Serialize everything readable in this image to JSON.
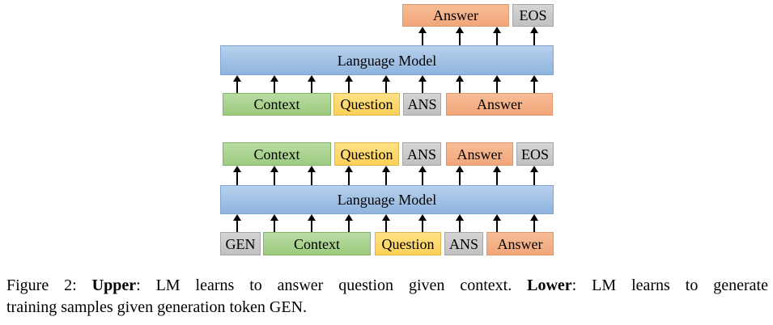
{
  "figure": {
    "upper": {
      "outputs": [
        {
          "label": "Answer",
          "type": "answer"
        },
        {
          "label": "EOS",
          "type": "special"
        }
      ],
      "lm_label": "Language Model",
      "inputs": [
        {
          "label": "Context",
          "type": "context"
        },
        {
          "label": "Question",
          "type": "question"
        },
        {
          "label": "ANS",
          "type": "special"
        },
        {
          "label": "Answer",
          "type": "answer"
        }
      ]
    },
    "lower": {
      "outputs": [
        {
          "label": "Context",
          "type": "context"
        },
        {
          "label": "Question",
          "type": "question"
        },
        {
          "label": "ANS",
          "type": "special"
        },
        {
          "label": "Answer",
          "type": "answer"
        },
        {
          "label": "EOS",
          "type": "special"
        }
      ],
      "lm_label": "Language Model",
      "inputs": [
        {
          "label": "GEN",
          "type": "special"
        },
        {
          "label": "Context",
          "type": "context"
        },
        {
          "label": "Question",
          "type": "question"
        },
        {
          "label": "ANS",
          "type": "special"
        },
        {
          "label": "Answer",
          "type": "answer"
        }
      ]
    },
    "colors": {
      "context": "#a8d08d",
      "question": "#ffd966",
      "special": "#c9c9c9",
      "answer": "#f4b183",
      "language_model": "#9dc3e6",
      "arrow": "#000000"
    }
  },
  "caption": {
    "prefix": "Figure 2: ",
    "upper_label": "Upper",
    "upper_text": ": LM learns to answer question given context. ",
    "lower_label": "Lower",
    "lower_text": ": LM learns to generate",
    "line2": "training samples given generation token GEN."
  }
}
